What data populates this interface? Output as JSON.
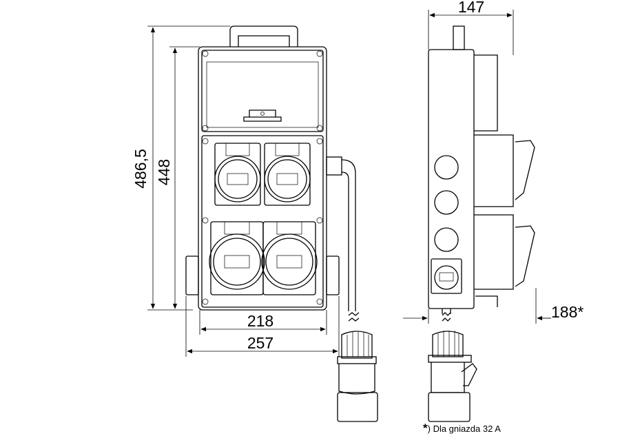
{
  "dimensions": {
    "total_height": "486,5",
    "box_height": "448",
    "box_width": "218",
    "total_width": "257",
    "depth": "147",
    "depth_with_socket": "188*"
  },
  "footnote": {
    "marker": "*",
    "text": ") Dla gniazda 32 A"
  },
  "colors": {
    "line": "#000000",
    "background": "#ffffff"
  }
}
